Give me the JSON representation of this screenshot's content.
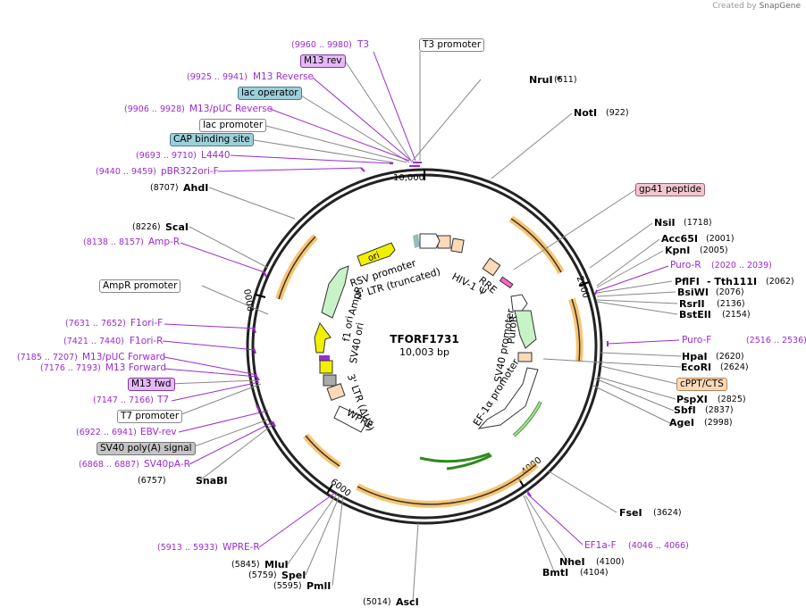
{
  "watermark": {
    "prefix": "Created by",
    "brand": "SnapGene"
  },
  "plasmid": {
    "name": "TFORF1731",
    "size": "10,003 bp"
  },
  "ticks": [
    "10,000",
    "2000",
    "4000",
    "6000",
    "8000"
  ],
  "boxed_labels": [
    {
      "id": "t3promoter",
      "text": "T3 promoter",
      "style": "white"
    },
    {
      "id": "m13rev",
      "text": "M13 rev",
      "style": "purple"
    },
    {
      "id": "lacop",
      "text": "lac operator",
      "style": "blue"
    },
    {
      "id": "lacprom",
      "text": "lac promoter",
      "style": "white"
    },
    {
      "id": "cap",
      "text": "CAP binding site",
      "style": "blue"
    },
    {
      "id": "gp41",
      "text": "gp41 peptide",
      "style": "pink"
    },
    {
      "id": "ampprom",
      "text": "AmpR promoter",
      "style": "white"
    },
    {
      "id": "m13fwd",
      "text": "M13 fwd",
      "style": "purple"
    },
    {
      "id": "t7prom",
      "text": "T7 promoter",
      "style": "white"
    },
    {
      "id": "sv40pa",
      "text": "SV40 poly(A) signal",
      "style": "gray"
    },
    {
      "id": "cppt",
      "text": "cPPT/CTS",
      "style": "orange"
    }
  ],
  "primers_left": [
    {
      "name": "T3",
      "pos": "(9960 .. 9980)"
    },
    {
      "name": "M13 Reverse",
      "pos": "(9925 .. 9941)"
    },
    {
      "name": "M13/pUC Reverse",
      "pos": "(9906 .. 9928)"
    },
    {
      "name": "L4440",
      "pos": "(9693 .. 9710)"
    },
    {
      "name": "pBR322ori-F",
      "pos": "(9440 .. 9459)"
    },
    {
      "name": "Amp-R",
      "pos": "(8138 .. 8157)"
    },
    {
      "name": "F1ori-F",
      "pos": "(7631 .. 7652)"
    },
    {
      "name": "F1ori-R",
      "pos": "(7421 .. 7440)"
    },
    {
      "name": "M13/pUC Forward",
      "pos": "(7185 .. 7207)"
    },
    {
      "name": "M13 Forward",
      "pos": "(7176 .. 7193)"
    },
    {
      "name": "T7",
      "pos": "(7147 .. 7166)"
    },
    {
      "name": "EBV-rev",
      "pos": "(6922 .. 6941)"
    },
    {
      "name": "SV40pA-R",
      "pos": "(6868 .. 6887)"
    },
    {
      "name": "WPRE-R",
      "pos": "(5913 .. 5933)"
    }
  ],
  "primers_right": [
    {
      "name": "Puro-R",
      "pos": "(2020 .. 2039)"
    },
    {
      "name": "Puro-F",
      "pos": "(2516 .. 2536)"
    },
    {
      "name": "EF1a-F",
      "pos": "(4046 .. 4066)"
    }
  ],
  "enzymes_left": [
    {
      "name": "AhdI",
      "pos": "(8707)"
    },
    {
      "name": "ScaI",
      "pos": "(8226)"
    },
    {
      "name": "SnaBI",
      "pos": "(6757)"
    },
    {
      "name": "MluI",
      "pos": "(5845)"
    },
    {
      "name": "SpeI",
      "pos": "(5759)"
    },
    {
      "name": "PmlI",
      "pos": "(5595)"
    },
    {
      "name": "AscI",
      "pos": "(5014)"
    }
  ],
  "enzymes_right": [
    {
      "name": "NruI *",
      "pos": "(611)"
    },
    {
      "name": "NotI",
      "pos": "(922)"
    },
    {
      "name": "NsiI",
      "pos": "(1718)"
    },
    {
      "name": "Acc65I",
      "pos": "(2001)"
    },
    {
      "name": "KpnI",
      "pos": "(2005)"
    },
    {
      "name": "PflFI",
      "pos": ""
    },
    {
      "name": "- Tth111I",
      "pos": "(2062)"
    },
    {
      "name": "BsiWI",
      "pos": "(2076)"
    },
    {
      "name": "RsrII",
      "pos": "(2136)"
    },
    {
      "name": "BstEII",
      "pos": "(2154)"
    },
    {
      "name": "HpaI",
      "pos": "(2620)"
    },
    {
      "name": "EcoRI",
      "pos": "(2624)"
    },
    {
      "name": "PspXI",
      "pos": "(2825)"
    },
    {
      "name": "SbfI",
      "pos": "(2837)"
    },
    {
      "name": "AgeI",
      "pos": "(2998)"
    },
    {
      "name": "FseI",
      "pos": "(3624)"
    },
    {
      "name": "NheI",
      "pos": "(4100)"
    },
    {
      "name": "BmtI",
      "pos": "(4104)"
    }
  ],
  "features": {
    "ori": "ori",
    "ampr": "AmpR",
    "rsv": "RSV promoter",
    "ltr5": "5' LTR (truncated)",
    "hiv": "HIV-1 Ψ",
    "rre": "RRE",
    "sv40prom": "SV40 promoter",
    "puror": "PuroR",
    "ef1a": "EF-1α promoter",
    "f1ori": "f1 ori",
    "sv40ori": "SV40 ori",
    "ltr3": "3' LTR (ΔU3)",
    "wpre": "WPRE"
  },
  "colors": {
    "primer": "#9a2bd0",
    "orf": "#f5b041",
    "green": "#2e8b1e"
  }
}
